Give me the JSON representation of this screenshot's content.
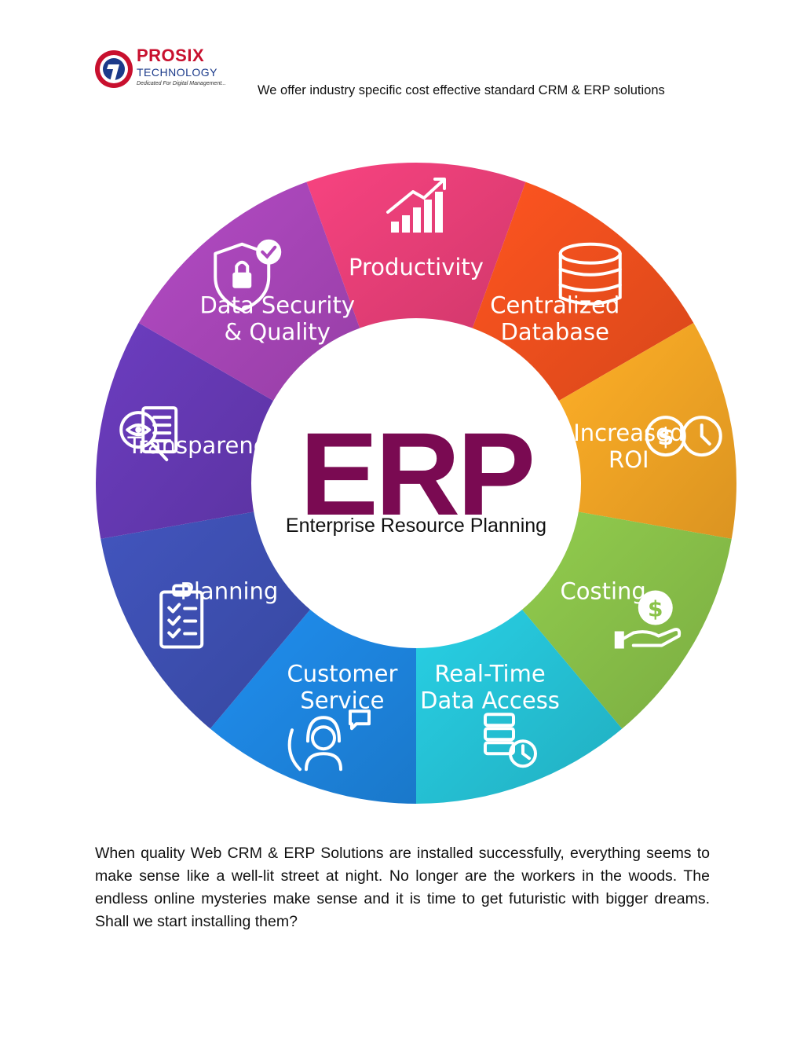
{
  "header": {
    "logo": {
      "name": "PROSIX",
      "sub": "TECHNOLOGY",
      "tagline": "Dedicated For Digital Management..."
    },
    "tagline": "We offer industry specific cost effective standard CRM & ERP solutions"
  },
  "wheel": {
    "center": {
      "title": "ERP",
      "subtitle": "Enterprise Resource Planning"
    },
    "segments": [
      {
        "line1": "Productivity",
        "line2": "",
        "icon": "growth-chart-icon",
        "color": "#ec407a"
      },
      {
        "line1": "Centralized",
        "line2": "Database",
        "icon": "database-icon",
        "color": "#f4511e"
      },
      {
        "line1": "Increased",
        "line2": "ROI",
        "icon": "dollar-clock-icon",
        "color": "#f9a825"
      },
      {
        "line1": "Costing",
        "line2": "",
        "icon": "money-hand-icon",
        "color": "#8bc34a"
      },
      {
        "line1": "Real-Time",
        "line2": "Data Access",
        "icon": "server-clock-icon",
        "color": "#26c6da"
      },
      {
        "line1": "Customer",
        "line2": "Service",
        "icon": "support-agent-icon",
        "color": "#1e88e5"
      },
      {
        "line1": "Planning",
        "line2": "",
        "icon": "checklist-icon",
        "color": "#3f51b5"
      },
      {
        "line1": "Transparency",
        "line2": "",
        "icon": "magnifier-eye-icon",
        "color": "#673ab7"
      },
      {
        "line1": "Data Security",
        "line2": "& Quality",
        "icon": "shield-lock-icon",
        "color": "#ab47bc"
      }
    ]
  },
  "body": {
    "paragraph": "When quality Web CRM & ERP Solutions are installed successfully, everything seems to make sense like a well-lit street at night. No longer are the workers in the woods. The endless online mysteries make sense and it is time to get futuristic with bigger dreams. Shall we start installing them?"
  }
}
